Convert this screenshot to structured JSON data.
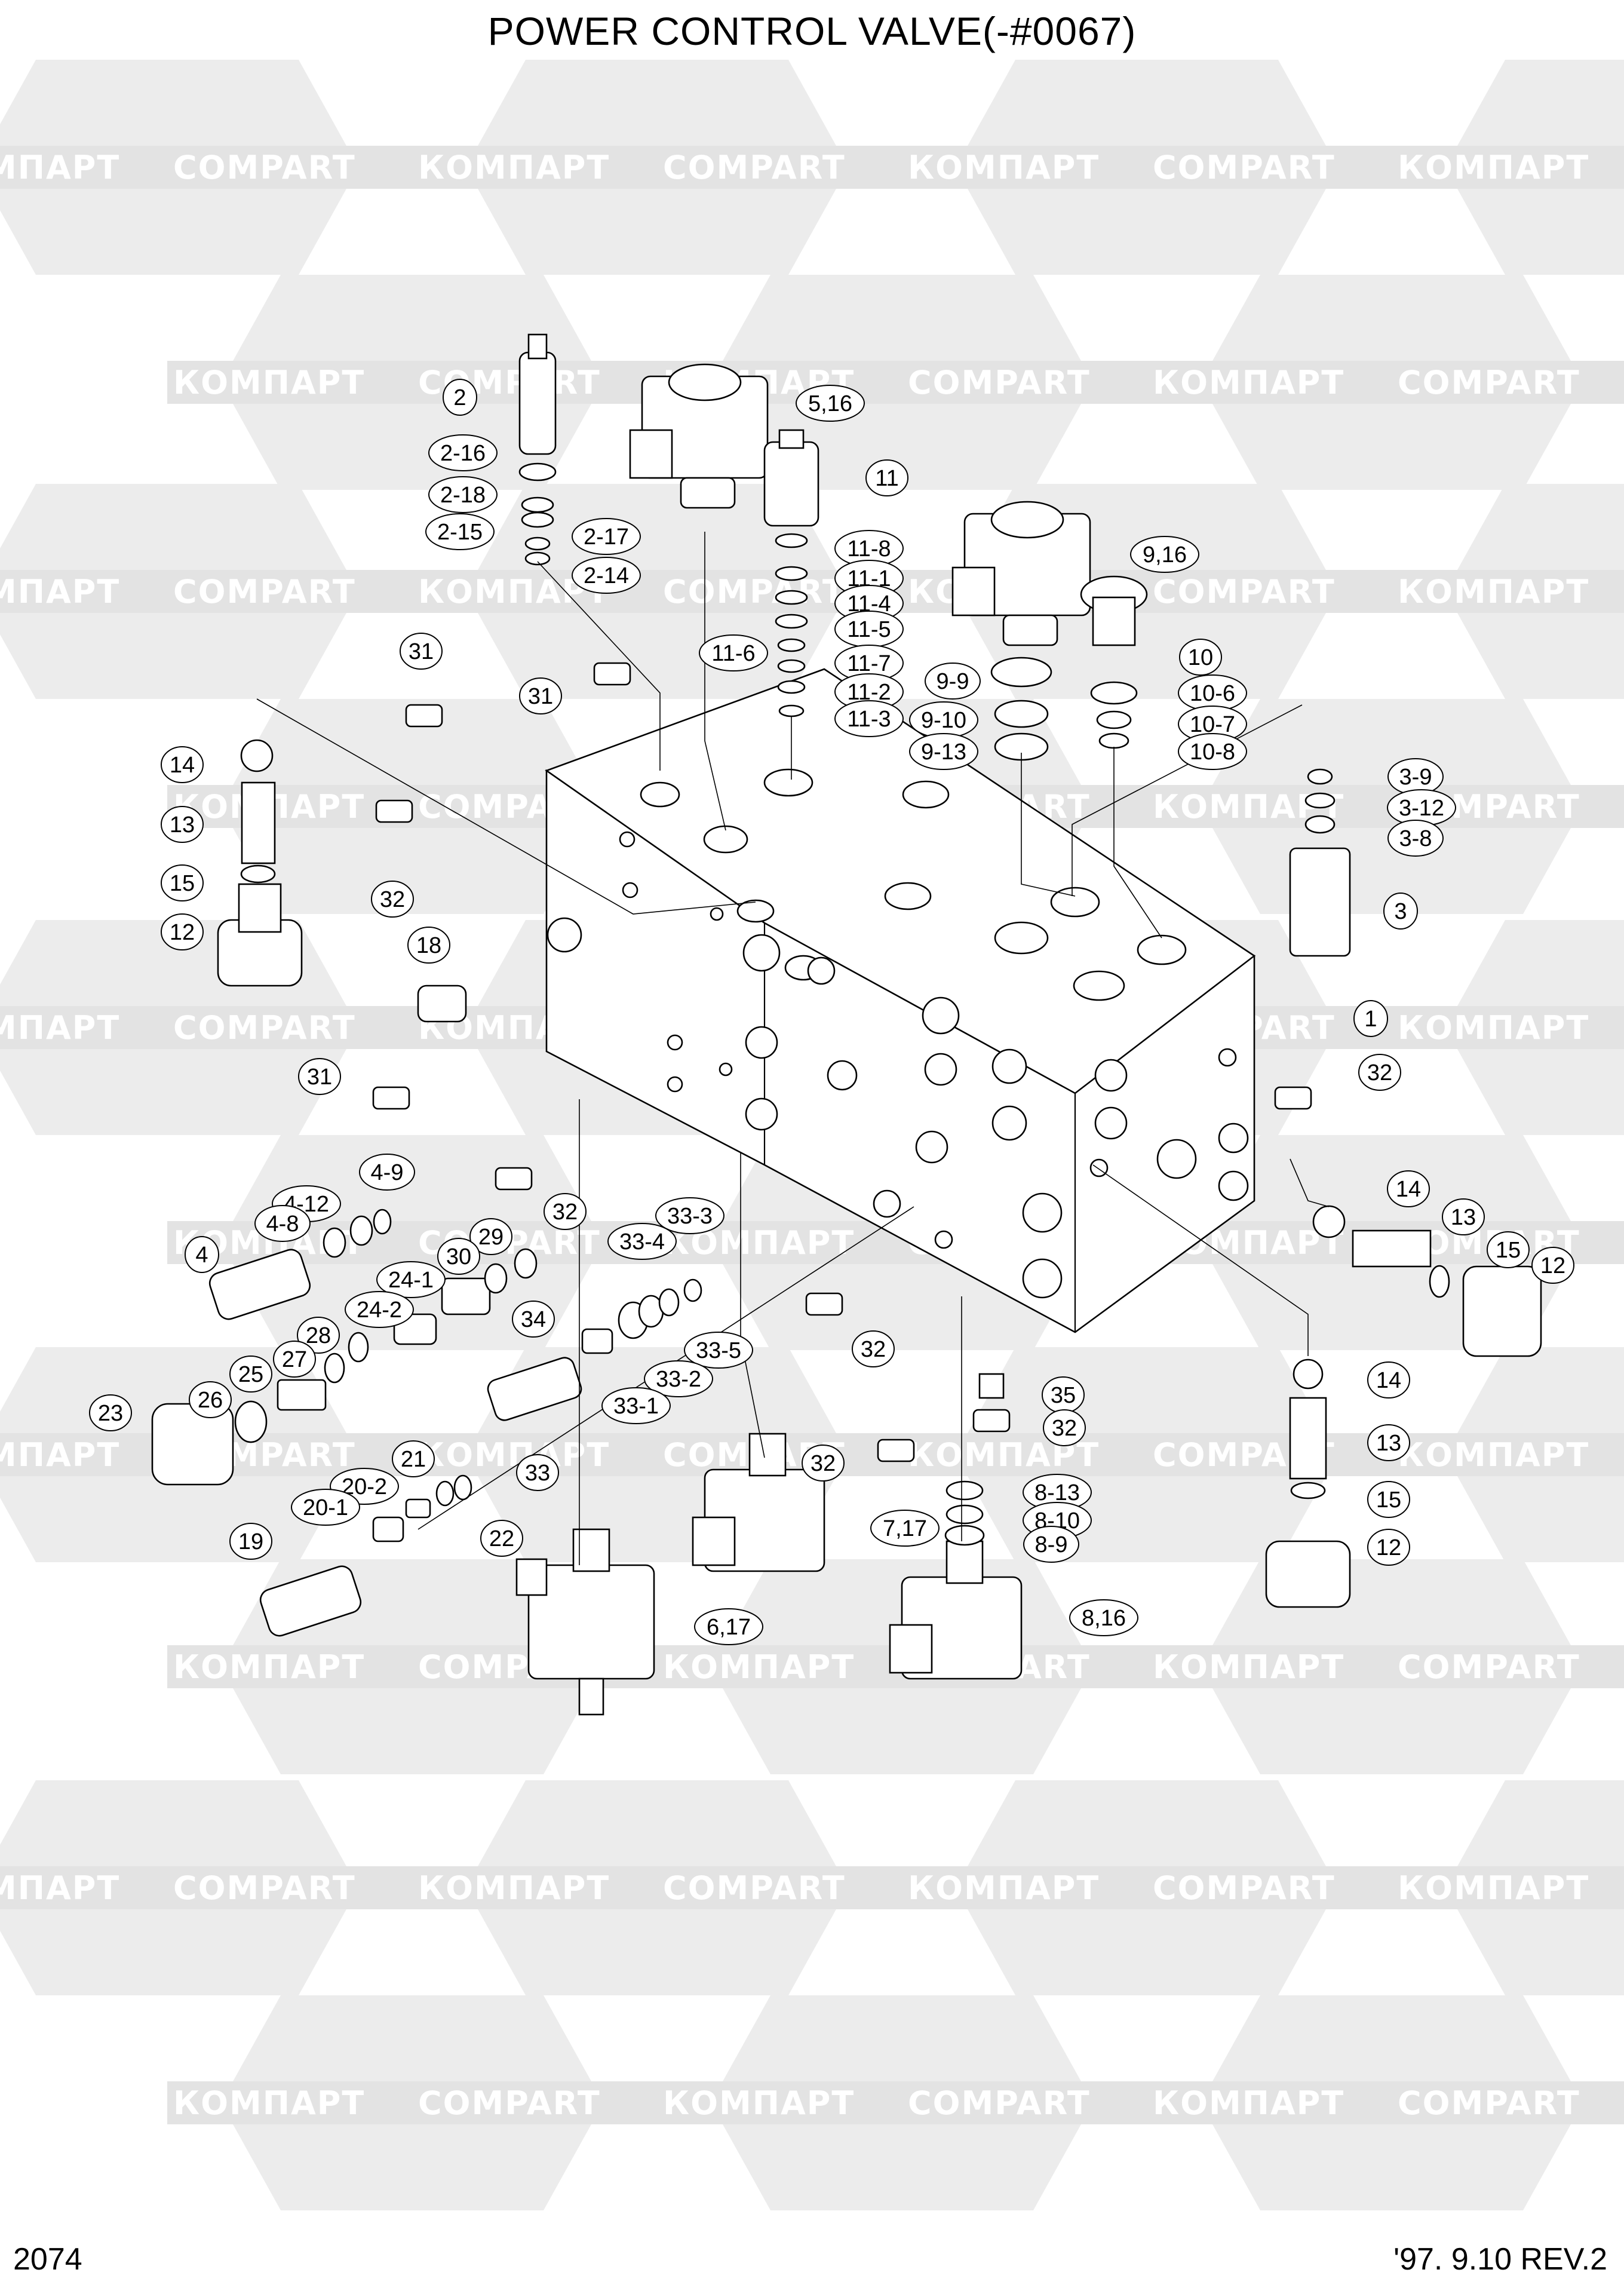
{
  "title": "POWER CONTROL VALVE(-#0067)",
  "page_number": "2074",
  "revision": "'97. 9.10 REV.2",
  "watermark": [
    "КОМПАРТ",
    "COMPART"
  ],
  "callouts": [
    "2",
    "2-16",
    "2-18",
    "2-15",
    "2-17",
    "2-14",
    "5,16",
    "11",
    "11-8",
    "11-1",
    "11-4",
    "11-5",
    "11-6",
    "11-7",
    "11-2",
    "11-3",
    "9,16",
    "10",
    "9-9",
    "9-10",
    "9-13",
    "10-6",
    "10-7",
    "10-8",
    "31",
    "31",
    "14",
    "13",
    "15",
    "12",
    "32",
    "18",
    "3-9",
    "3-12",
    "3-8",
    "3",
    "1",
    "32",
    "31",
    "4-9",
    "4-12",
    "4-8",
    "4",
    "32",
    "29",
    "30",
    "24-1",
    "24-2",
    "28",
    "27",
    "25",
    "26",
    "23",
    "34",
    "33-3",
    "33-4",
    "33-5",
    "33-2",
    "33-1",
    "33",
    "32",
    "14",
    "13",
    "15",
    "12",
    "35",
    "32",
    "32",
    "21",
    "20-2",
    "20-1",
    "22",
    "19",
    "8-13",
    "8-10",
    "8-9",
    "7,17",
    "6,17",
    "8,16",
    "14",
    "13",
    "15",
    "12"
  ]
}
